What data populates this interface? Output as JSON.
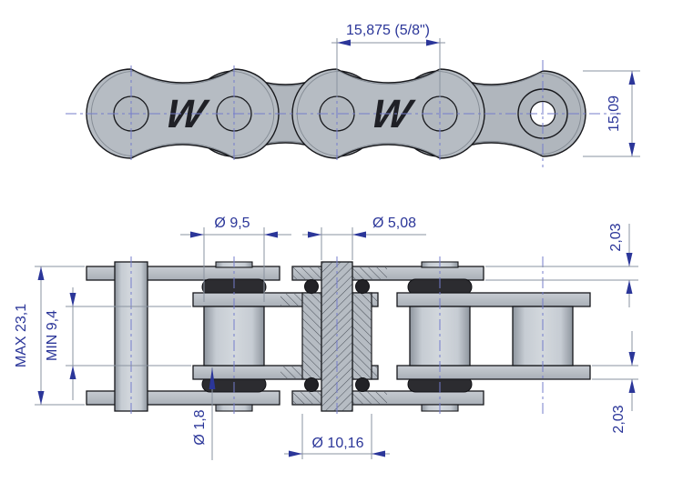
{
  "figure": {
    "type": "technical-drawing",
    "subject": "Roller chain, two orthographic views (plan view and part-sectioned side view)",
    "logo_mark": "W"
  },
  "colors": {
    "background": "#ffffff",
    "part_fill": "#b6bcc3",
    "part_outline": "#17181c",
    "dimension_accent": "#2b3699",
    "centerline": "#747ccb",
    "extension_line": "#8a93a0",
    "oring": "#2c2c30"
  },
  "top_view": {
    "pitch_label": "15,875  (5/8\")",
    "plate_height_label": "15,09"
  },
  "section_view": {
    "roller_diameter_label": "Ø 9,5",
    "pin_diameter_label": "Ø 5,08",
    "plate_thickness_top_label": "2,03",
    "overall_width_label": "MAX 23,1",
    "inner_width_label": "MIN 9,4",
    "hole_diameter_label": "Ø 1,8",
    "bushing_diameter_label": "Ø 10,16",
    "plate_thickness_bottom_label": "2,03"
  }
}
